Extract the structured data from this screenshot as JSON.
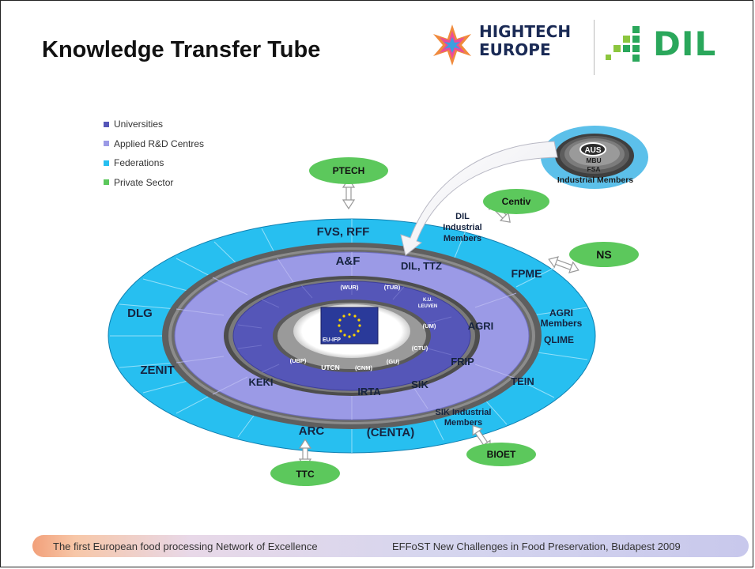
{
  "title": "Knowledge Transfer Tube",
  "logos": {
    "hightech_line1": "HIGHTECH",
    "hightech_line2": "EUROPE",
    "dil": "DIL"
  },
  "legend": [
    {
      "label": "Universities",
      "color": "#5556b8"
    },
    {
      "label": "Applied R&D Centres",
      "color": "#9b9ae6"
    },
    {
      "label": "Federations",
      "color": "#27bff0"
    },
    {
      "label": "Private Sector",
      "color": "#5cc85c"
    }
  ],
  "colors": {
    "federations": "#27bff0",
    "applied_rd": "#9b9ae6",
    "universities": "#5556b8",
    "private": "#5cc85c",
    "tube": "#5f5f5f"
  },
  "center": {
    "label": "EU-IFP"
  },
  "inner_members": [
    "(WUR)",
    "(TUB)",
    "K.U. LEUVEN",
    "(UM)",
    "(CTU)",
    "(GU)",
    "(CNM)",
    "UTCN",
    "(UBP)"
  ],
  "rd_centres": [
    "A&F",
    "DIL, TTZ",
    "AGRI",
    "FRIP",
    "SIK",
    "IRTA",
    "KEKI"
  ],
  "federations": [
    "FVS, RFF",
    "DIL Industrial Members",
    "FPME",
    "AGRI Members",
    "QLIME",
    "TEIN",
    "SIK Industrial Members",
    "(CENTA)",
    "ARC",
    "ZENIT",
    "DLG"
  ],
  "private_sector": [
    "PTECH",
    "Centiv",
    "NS",
    "BIOET",
    "TTC"
  ],
  "industrial": {
    "members": [
      "AUS",
      "MBU",
      "FSA"
    ],
    "label": "Industrial Members"
  },
  "footer": {
    "left": "The first European food processing Network of Excellence",
    "right": "EFFoST New Challenges in Food Preservation, Budapest 2009"
  }
}
